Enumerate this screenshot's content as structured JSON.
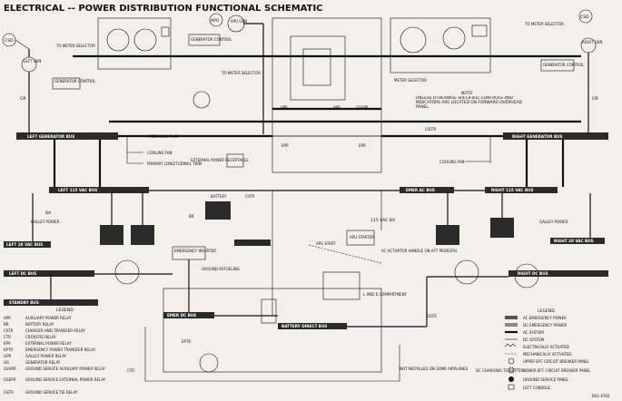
{
  "title": "ELECTRICAL -- POWER DISTRIBUTION FUNCTIONAL SCHEMATIC",
  "figure_ref": "RA1-4702",
  "components": {
    "csd_left": "CSD",
    "csd_right": "CSD",
    "left_gen": "LEFT GEN",
    "right_gen": "RIGHT GEN",
    "apu": "APU",
    "apu_gen": "APU GEN",
    "gen_control_left": "GENERATOR CONTROL",
    "gen_control_apu": "GENERATOR CONTROL",
    "gen_control_right": "GENERATOR CONTROL",
    "meter_sel_left": "TO METER SELECTOR",
    "meter_sel_apu": "TO METER SELECTOR",
    "meter_sel_right": "TO METER SELECTOR",
    "meter_selector": "METER SELECTOR",
    "ext_power": "EXTERNAL POWER RECEPTACLE",
    "hydraulic_pump": "HYDRAULIC PUMP",
    "cooling_fan_left": "COOLING FAN",
    "cooling_fan_right": "COOLING FAN",
    "primary_trim": "PRIMARY LONGITUDINAL TRIM",
    "galley_left": "GALLEY POWER",
    "galley_right": "GALLEY POWER",
    "emergency_inverter": "EMERGENCY INVERTER",
    "ground_refueling": "GROUND REFUELING",
    "apu_start": "APU START",
    "apu_starter": "APU STARTER",
    "l_and_e": "L AND E COMPARTMENT",
    "ac_actuator": "AC ACTUATOR HANDLE ON AFT PEDESTAL",
    "battery": "BATTERY",
    "vac_ba": "115 VAC BA",
    "not_installed": "NOT INSTALLED ON SOME AIRPLANES",
    "dc_charging": "DC CHARGING TO BATTERY"
  },
  "buses": {
    "left_gen_bus": "LEFT GENERATOR BUS",
    "right_gen_bus": "RIGHT GENERATOR BUS",
    "left_vac_bus": "LEFT 115 VAC BUS",
    "right_vac_bus": "RIGHT 115 VAC BUS",
    "emer_ac_bus": "EMER AC BUS",
    "left_28_vac": "LEFT 28 VAC BUS",
    "right_28_vac": "RIGHT 28 VAC BUS",
    "left_dc_bus": "LEFT DC BUS",
    "right_dc_bus": "RIGHT DC BUS",
    "emer_dc_bus": "EMER DC BUS",
    "battery_direct": "BATTERY DIRECT BUS",
    "standby": "STANDBY BUS"
  },
  "relays": {
    "gr_left": "GR",
    "gr_right": "GR",
    "apr_left": "APR",
    "apr_right": "APR",
    "gsapr": "GSAPR",
    "gstr": "GSTR",
    "epr_left": "EPR",
    "epr_right": "EPR",
    "ba": "BA",
    "br": "BR",
    "catr": "CATR",
    "eptr": "EPTR",
    "ctr": "CTR",
    "gtpr": "GSTR"
  },
  "note": {
    "heading": "NOTE",
    "text": "UNLESS OTHERWISE SPECIFIED, CONTROLS AND INDICATORS ARE LOCATED ON FORWARD OVERHEAD PANEL."
  },
  "legend_left": {
    "heading": "LEGEND",
    "rows": [
      {
        "code": "APR",
        "desc": "AUXILIARY POWER RELAY"
      },
      {
        "code": "BR",
        "desc": "BATTERY RELAY"
      },
      {
        "code": "CATR",
        "desc": "CHARGER AND TRANSFER RELAY"
      },
      {
        "code": "CTR",
        "desc": "CROSSTIE RELAY"
      },
      {
        "code": "EPR",
        "desc": "EXTERNAL POWER RELAY"
      },
      {
        "code": "EPTR",
        "desc": "EMERGENCY POWER TRANSFER RELAY"
      },
      {
        "code": "GPR",
        "desc": "GALLEY POWER RELAY"
      },
      {
        "code": "GR",
        "desc": "GENERATOR RELAY"
      },
      {
        "code": "GSAPR",
        "desc": "GROUND SERVICE AUXILIARY POWER RELAY"
      },
      {
        "code": "GSEPR",
        "desc": "GROUND SERVICE EXTERNAL POWER RELAY"
      },
      {
        "code": "GSTR",
        "desc": "GROUND SERVICE TIE RELAY"
      }
    ]
  },
  "legend_right": {
    "heading": "LEGEND",
    "rows": [
      {
        "desc": "AC EMERGENCY POWER"
      },
      {
        "desc": "DC EMERGENCY POWER"
      },
      {
        "desc": "AC SYSTEM"
      },
      {
        "desc": "DC SYSTEM"
      },
      {
        "desc": "ELECTRICALLY ACTUATED"
      },
      {
        "desc": "MECHANICALLY ACTUATED"
      },
      {
        "desc": "UPPER EFC CIRCUIT BREAKER PANEL"
      },
      {
        "desc": "LOWER EFC CIRCUIT BREAKER PANEL"
      },
      {
        "desc": "GROUND SERVICE PANEL"
      },
      {
        "desc": "LEFT CONSOLE"
      }
    ]
  },
  "colors": {
    "paper": "#f1f0ea",
    "ink": "#111111",
    "bus_fill": "#2a2a2a"
  }
}
